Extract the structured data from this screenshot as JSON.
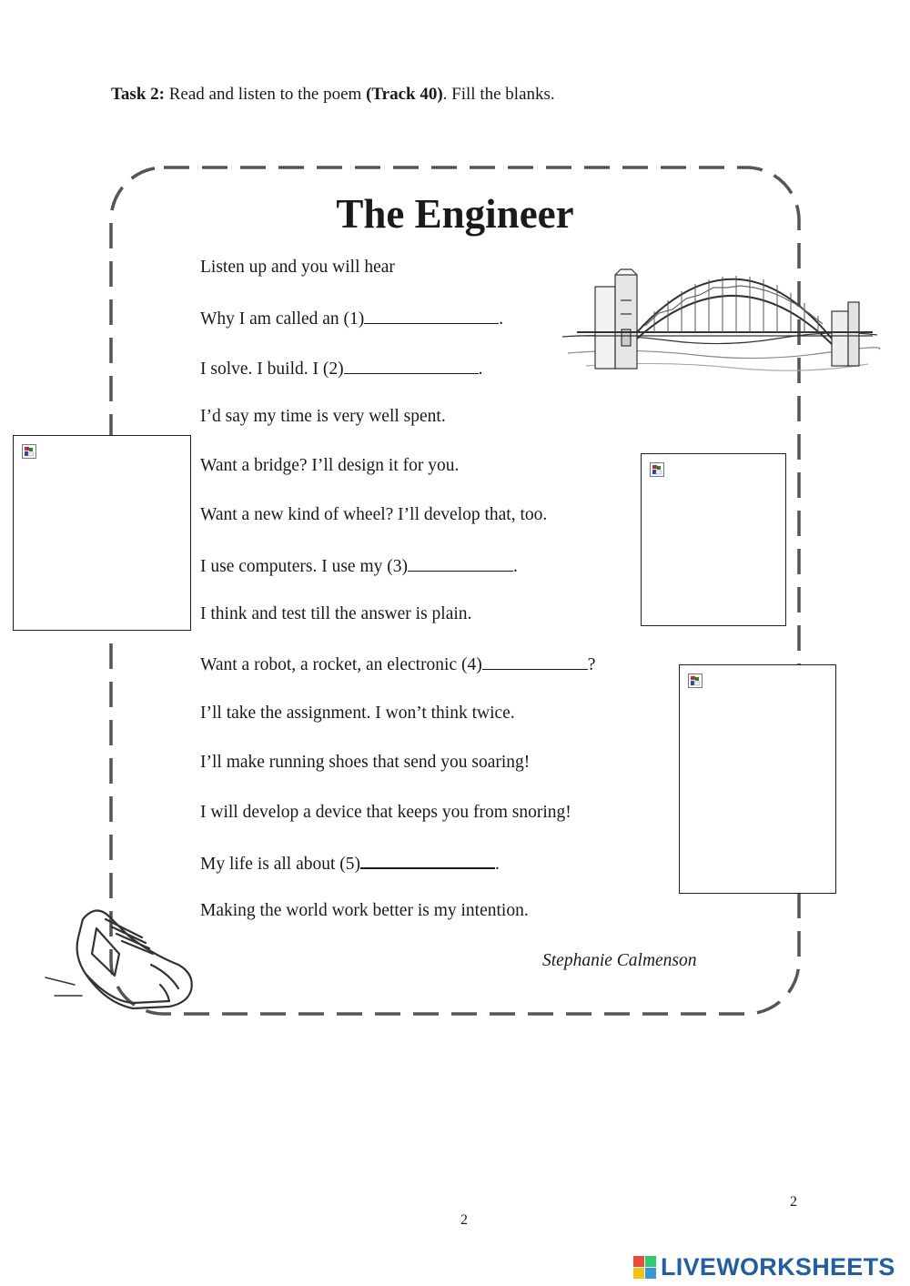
{
  "task": {
    "label": "Task 2:",
    "text_before": " Read and listen to the poem ",
    "track": "(Track 40)",
    "text_after": ". Fill the blanks."
  },
  "poem": {
    "title": "The Engineer",
    "lines": [
      {
        "text": "Listen up and you will hear"
      },
      {
        "before": "Why I am called an (1)",
        "after": "."
      },
      {
        "before": "I solve. I build. I (2)",
        "after": "."
      },
      {
        "text": "I’d say my time is very well spent."
      },
      {
        "text": "Want a bridge? I’ll design it for you."
      },
      {
        "text": "Want a new kind of wheel? I’ll develop that, too."
      },
      {
        "before": "I use computers. I use my (3)",
        "after": "."
      },
      {
        "text": "I think and test till the answer is plain."
      },
      {
        "before": "Want a robot, a rocket, an electronic (4)",
        "after": "?"
      },
      {
        "text": "I’ll take the assignment. I won’t think twice."
      },
      {
        "text": "I’ll make running shoes that send you soaring!"
      },
      {
        "text": "I will develop a device that keeps you from snoring!"
      },
      {
        "before": "My life is all about (5)",
        "after": "."
      },
      {
        "text": "Making the world work better is my intention."
      }
    ],
    "author": "Stephanie Calmenson"
  },
  "page_numbers": [
    "2",
    "2"
  ],
  "brand": {
    "name": "LIVEWORKSHEETS",
    "color": "#1f5fa8"
  },
  "icons": [
    "broken-image-icon",
    "bridge-illustration",
    "sneaker-illustration",
    "liveworksheets-logo-icon"
  ]
}
